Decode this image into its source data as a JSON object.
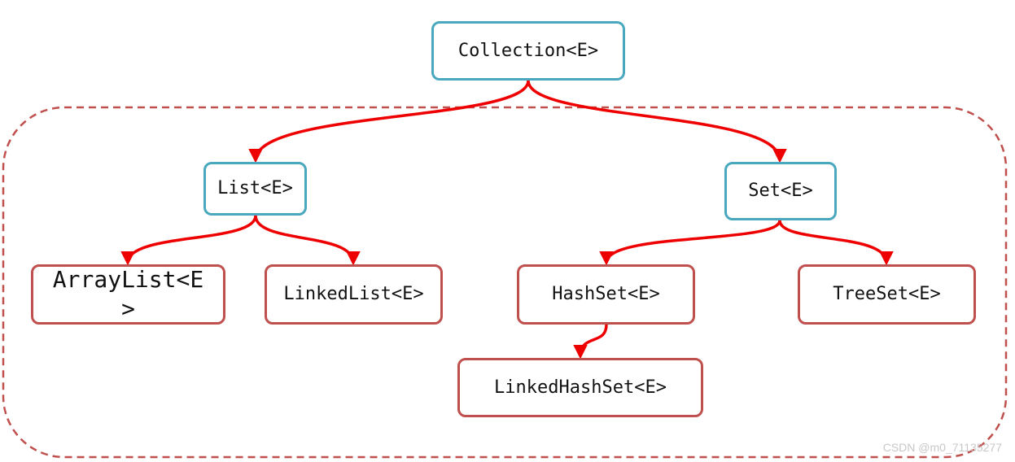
{
  "nodes": {
    "collection": "Collection<E>",
    "list": "List<E>",
    "set": "Set<E>",
    "arraylist": "ArrayList<E>",
    "linkedlist": "LinkedList<E>",
    "hashset": "HashSet<E>",
    "treeset": "TreeSet<E>",
    "linkedhashset": "LinkedHashSet<E>"
  },
  "edges": [
    {
      "from": "collection",
      "to": "list"
    },
    {
      "from": "collection",
      "to": "set"
    },
    {
      "from": "list",
      "to": "arraylist"
    },
    {
      "from": "list",
      "to": "linkedlist"
    },
    {
      "from": "set",
      "to": "hashset"
    },
    {
      "from": "set",
      "to": "treeset"
    },
    {
      "from": "hashset",
      "to": "linkedhashset"
    }
  ],
  "colors": {
    "interface_border": "#4aa8be",
    "implementation_border": "#c0504d",
    "arrow": "#ee0000",
    "group_border": "#c0504d"
  },
  "watermark": "CSDN @m0_71135277"
}
